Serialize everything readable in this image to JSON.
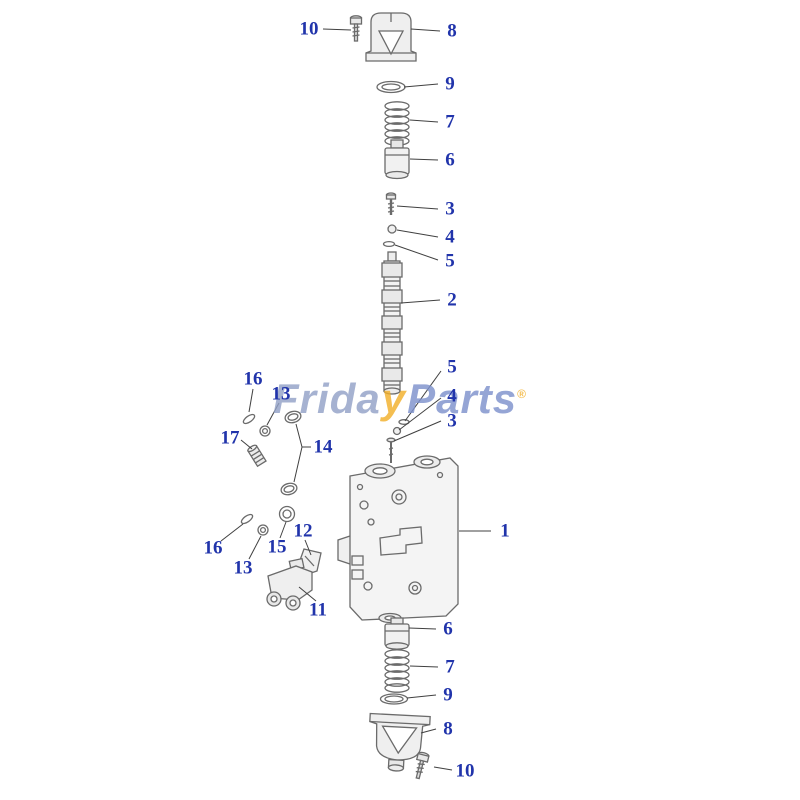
{
  "watermark": {
    "prefix": "Frida",
    "slash": "y",
    "suffix": "Parts",
    "reg": "®"
  },
  "callouts": [
    {
      "id": "10-top",
      "text": "10"
    },
    {
      "id": "8-top",
      "text": "8"
    },
    {
      "id": "9-top",
      "text": "9"
    },
    {
      "id": "7-top",
      "text": "7"
    },
    {
      "id": "6-top",
      "text": "6"
    },
    {
      "id": "3-top",
      "text": "3"
    },
    {
      "id": "4-top",
      "text": "4"
    },
    {
      "id": "5-top",
      "text": "5"
    },
    {
      "id": "2",
      "text": "2"
    },
    {
      "id": "5-mid",
      "text": "5"
    },
    {
      "id": "4-mid",
      "text": "4"
    },
    {
      "id": "3-mid",
      "text": "3"
    },
    {
      "id": "16-upper",
      "text": "16"
    },
    {
      "id": "13-upper",
      "text": "13"
    },
    {
      "id": "14",
      "text": "14"
    },
    {
      "id": "17",
      "text": "17"
    },
    {
      "id": "16-lower",
      "text": "16"
    },
    {
      "id": "13-lower",
      "text": "13"
    },
    {
      "id": "15",
      "text": "15"
    },
    {
      "id": "12",
      "text": "12"
    },
    {
      "id": "11",
      "text": "11"
    },
    {
      "id": "1",
      "text": "1"
    },
    {
      "id": "6-bottom",
      "text": "6"
    },
    {
      "id": "7-bottom",
      "text": "7"
    },
    {
      "id": "9-bottom",
      "text": "9"
    },
    {
      "id": "8-bottom",
      "text": "8"
    },
    {
      "id": "10-bottom",
      "text": "10"
    }
  ]
}
